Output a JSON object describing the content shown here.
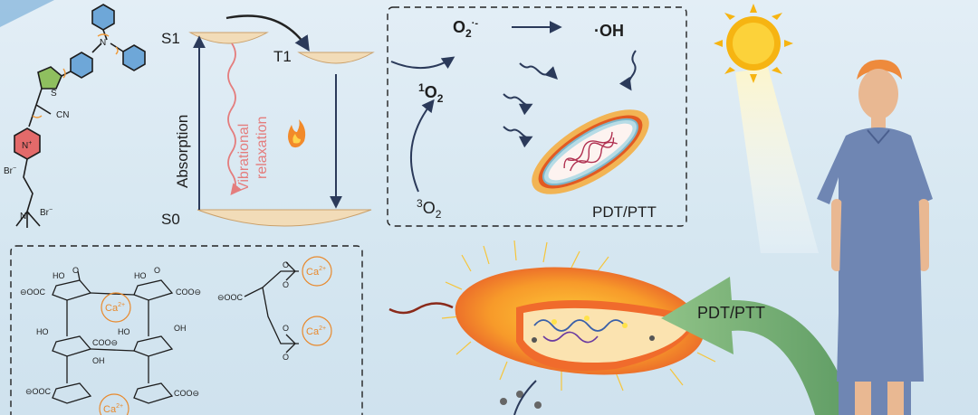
{
  "jablonski": {
    "s1": "S1",
    "t1": "T1",
    "s0": "S0",
    "absorption": "Absorption",
    "relax_line1": "Vibrational",
    "relax_line2": "relaxation"
  },
  "ros": {
    "superoxide": "O",
    "superoxide_sub": "2",
    "superoxide_sup": "·-",
    "hydroxyl": "·OH",
    "singlet_sup": "1",
    "singlet": "O",
    "singlet_sub": "2",
    "triplet_sup": "3",
    "triplet": "O",
    "triplet_sub": "2",
    "mode": "PDT/PTT"
  },
  "therapy_arrow_label": "PDT/PTT",
  "molecule": {
    "cn": "CN",
    "s": "S",
    "n": "N",
    "br1": "Br",
    "br1_sup": "−",
    "nplus": "N",
    "nplus_sup": "+",
    "br2": "Br",
    "br2_sup": "−",
    "nplus2": "N",
    "nplus2_sup": "+"
  },
  "alginate": {
    "ho": "HO",
    "oh": "OH",
    "o": "O",
    "coo": "OOC",
    "coo_r": "COO",
    "minus": "⊖",
    "ca": "Ca",
    "ca_sup": "2+"
  },
  "colors": {
    "arrow_dark": "#2b3a5a",
    "level_fill": "#f2dcb8",
    "relax_red": "#e47d7d",
    "ca_orange": "#e8892c",
    "green_arrow": "#7fb27a",
    "gown": "#6f86b3",
    "skin": "#e9b892",
    "hair": "#ee8a3c",
    "sun": "#f6b412"
  }
}
